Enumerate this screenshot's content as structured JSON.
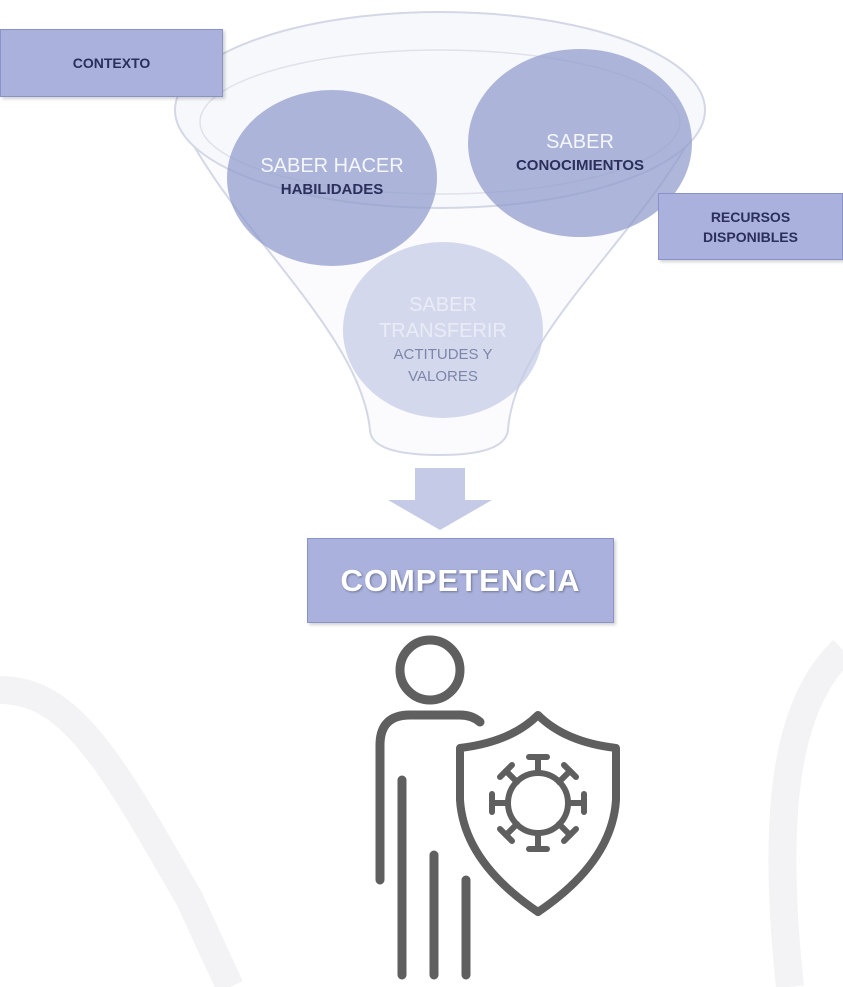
{
  "diagram": {
    "context_label": "CONTEXTO",
    "resources_label_line1": "RECURSOS",
    "resources_label_line2": "DISPONIBLES",
    "saber_hacer": {
      "title": "SABER HACER",
      "subtitle": "HABILIDADES"
    },
    "saber": {
      "title": "SABER",
      "subtitle": "CONOCIMIENTOS"
    },
    "saber_transferir": {
      "title_line1": "SABER",
      "title_line2": "TRANSFERIR",
      "subtitle_line1": "ACTITUDES Y",
      "subtitle_line2": "VALORES"
    },
    "result_label": "COMPETENCIA"
  },
  "colors": {
    "box_fill": "#a9b1dc",
    "circle_fill": "#8f9bcc",
    "funnel_outline": "#d4d7e6",
    "icon_stroke": "#5f5f5f"
  },
  "icons": {
    "arrow": "arrow-down-icon",
    "person": "person-with-shield-icon",
    "virus": "virus-icon"
  }
}
